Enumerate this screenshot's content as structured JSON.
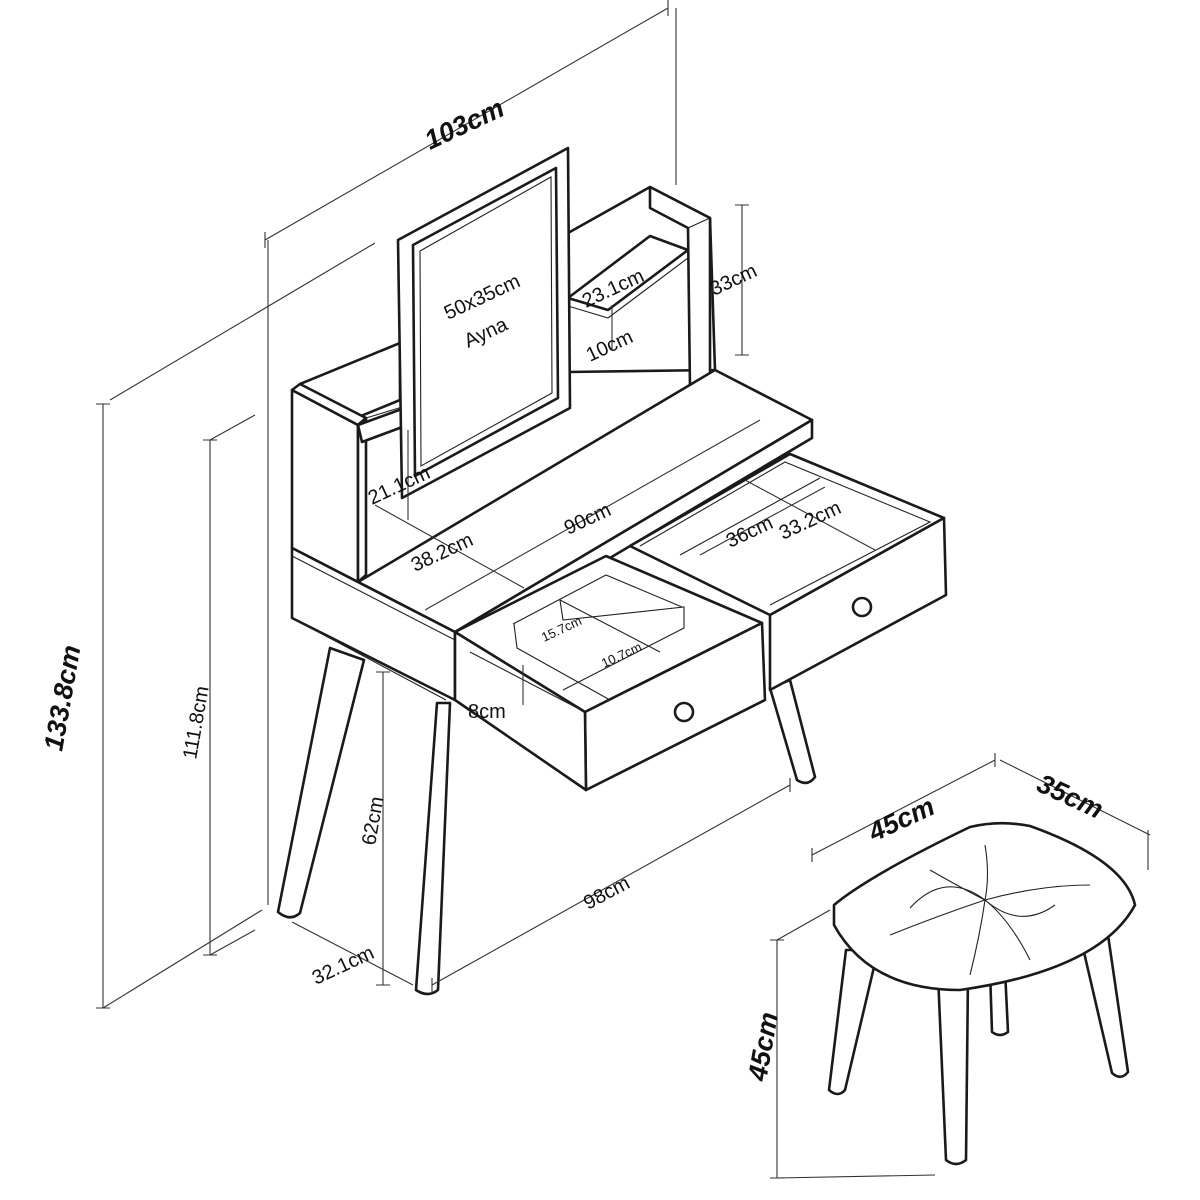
{
  "labels": {
    "total_width": "103cm",
    "mirror_size": "50x35cm",
    "mirror_name": "Ayna",
    "shelf_width": "23.1cm",
    "upper_height": "33cm",
    "shelf_gap": "10cm",
    "left_shelf_gap": "21.1cm",
    "tabletop_width": "90cm",
    "tabletop_depth": "38.2cm",
    "drawer_width": "36cm",
    "drawer_depth": "33.2cm",
    "compartment_a": "15.7cm",
    "compartment_b": "10.7cm",
    "drawer_height": "8cm",
    "total_height": "133.8cm",
    "table_height": "111.8cm",
    "leg_height": "62cm",
    "base_width": "98cm",
    "base_depth": "32.1cm",
    "stool_width": "45cm",
    "stool_depth": "35cm",
    "stool_height": "45cm"
  }
}
